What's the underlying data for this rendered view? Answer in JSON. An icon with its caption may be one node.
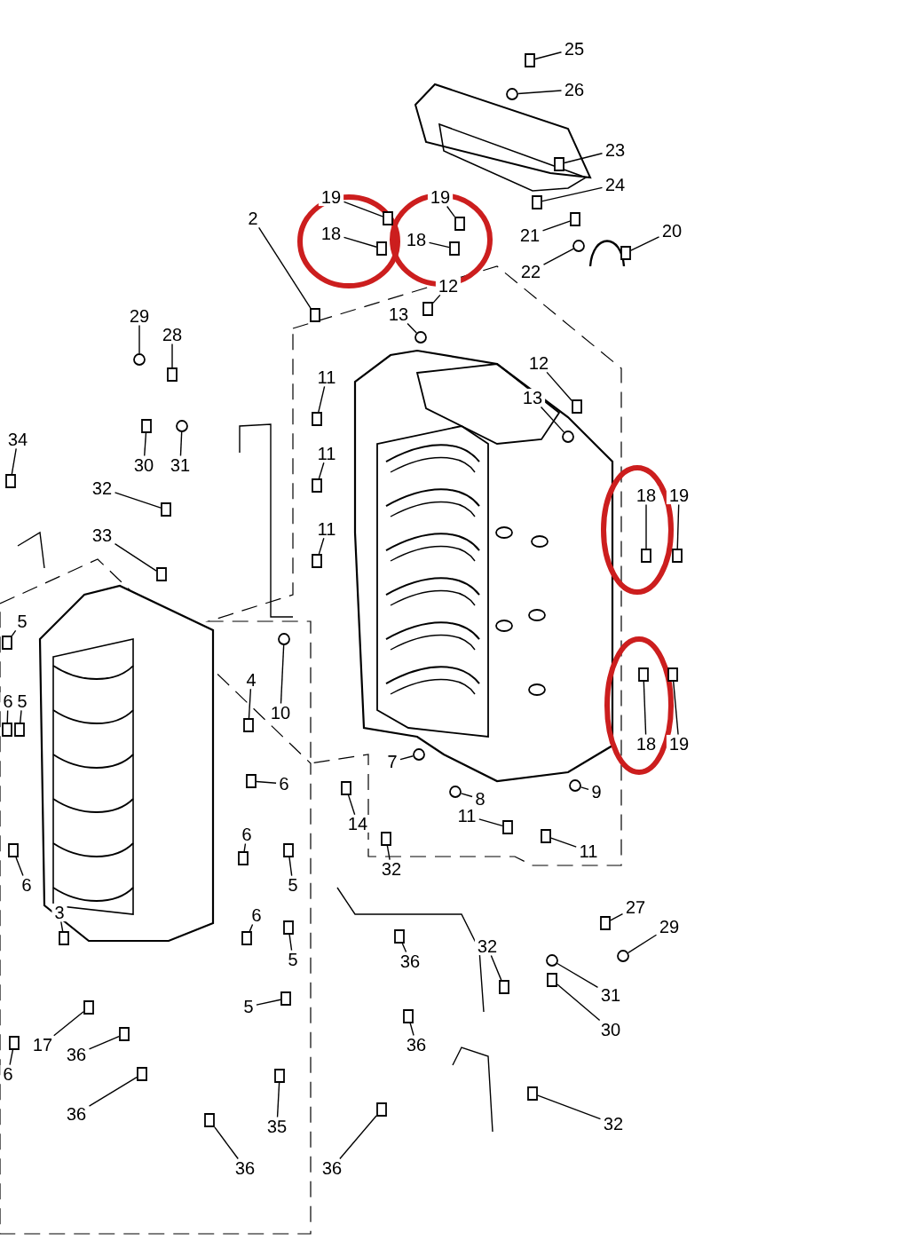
{
  "diagram": {
    "nodes": [
      {
        "text": [
          "25"
        ]
      },
      {
        "text": [
          "26"
        ]
      },
      {
        "text": [
          "23"
        ]
      },
      {
        "text": [
          "24"
        ]
      },
      {
        "text": [
          "2"
        ]
      },
      {
        "text": [
          "19"
        ]
      },
      {
        "text": [
          "18"
        ]
      },
      {
        "text": [
          "19"
        ]
      },
      {
        "text": [
          "18"
        ]
      },
      {
        "text": [
          "21"
        ]
      },
      {
        "text": [
          "20"
        ]
      },
      {
        "text": [
          "22"
        ]
      },
      {
        "text": [
          "12"
        ]
      },
      {
        "text": [
          "13"
        ]
      },
      {
        "text": [
          "29"
        ]
      },
      {
        "text": [
          "28"
        ]
      },
      {
        "text": [
          "11"
        ]
      },
      {
        "text": [
          "12"
        ]
      },
      {
        "text": [
          "13"
        ]
      },
      {
        "text": [
          "34"
        ]
      },
      {
        "text": [
          "30"
        ]
      },
      {
        "text": [
          "31"
        ]
      },
      {
        "text": [
          "11"
        ]
      },
      {
        "text": [
          "32"
        ]
      },
      {
        "text": [
          "18"
        ]
      },
      {
        "text": [
          "19"
        ]
      },
      {
        "text": [
          "33"
        ]
      },
      {
        "text": [
          "11"
        ]
      },
      {
        "text": [
          "5"
        ]
      },
      {
        "text": [
          "4"
        ]
      },
      {
        "text": [
          "10"
        ]
      },
      {
        "text": [
          "6"
        ]
      },
      {
        "text": [
          "5"
        ]
      },
      {
        "text": [
          "6"
        ]
      },
      {
        "text": [
          "7"
        ]
      },
      {
        "text": [
          "8"
        ]
      },
      {
        "text": [
          "9"
        ]
      },
      {
        "text": [
          "14"
        ]
      },
      {
        "text": [
          "11"
        ]
      },
      {
        "text": [
          "11"
        ]
      },
      {
        "text": [
          "18"
        ]
      },
      {
        "text": [
          "19"
        ]
      },
      {
        "text": [
          "6"
        ]
      },
      {
        "text": [
          "5"
        ]
      },
      {
        "text": [
          "32"
        ]
      },
      {
        "text": [
          "6"
        ]
      },
      {
        "text": [
          "3"
        ]
      },
      {
        "text": [
          "6"
        ]
      },
      {
        "text": [
          "5"
        ]
      },
      {
        "text": [
          "27"
        ]
      },
      {
        "text": [
          "29"
        ]
      },
      {
        "text": [
          "36"
        ]
      },
      {
        "text": [
          "32"
        ]
      },
      {
        "text": [
          "5"
        ]
      },
      {
        "text": [
          "31"
        ]
      },
      {
        "text": [
          "30"
        ]
      },
      {
        "text": [
          "17"
        ]
      },
      {
        "text": [
          "36"
        ]
      },
      {
        "text": [
          "36"
        ]
      },
      {
        "text": [
          "6"
        ]
      },
      {
        "text": [
          "36"
        ]
      },
      {
        "text": [
          "35"
        ]
      },
      {
        "text": [
          "32"
        ]
      },
      {
        "text": [
          "36"
        ]
      },
      {
        "text": [
          "36"
        ]
      },
      {
        "text": [],
        "shape": "box"
      },
      {
        "text": [],
        "shape": "circle"
      },
      {
        "text": [],
        "shape": "box"
      },
      {
        "text": [],
        "shape": "box"
      },
      {
        "text": [],
        "shape": "box"
      },
      {
        "text": [],
        "shape": "box"
      },
      {
        "text": [],
        "shape": "box"
      },
      {
        "text": [],
        "shape": "box"
      },
      {
        "text": [],
        "shape": "box"
      },
      {
        "text": [],
        "shape": "box"
      },
      {
        "text": [],
        "shape": "box"
      },
      {
        "text": [],
        "shape": "circle"
      },
      {
        "text": [],
        "shape": "box"
      },
      {
        "text": [],
        "shape": "circle"
      },
      {
        "text": [],
        "shape": "circle"
      },
      {
        "text": [],
        "shape": "box"
      },
      {
        "text": [],
        "shape": "box"
      },
      {
        "text": [],
        "shape": "box"
      },
      {
        "text": [],
        "shape": "circle"
      },
      {
        "text": [],
        "shape": "box"
      },
      {
        "text": [],
        "shape": "box"
      },
      {
        "text": [],
        "shape": "circle"
      },
      {
        "text": [],
        "shape": "box"
      },
      {
        "text": [],
        "shape": "box"
      },
      {
        "text": [],
        "shape": "box"
      },
      {
        "text": [],
        "shape": "box"
      },
      {
        "text": [],
        "shape": "box"
      },
      {
        "text": [],
        "shape": "box"
      },
      {
        "text": [],
        "shape": "box"
      },
      {
        "text": [],
        "shape": "box"
      },
      {
        "text": [],
        "shape": "circle"
      },
      {
        "text": [],
        "shape": "box"
      },
      {
        "text": [],
        "shape": "box"
      },
      {
        "text": [],
        "shape": "box"
      },
      {
        "text": [],
        "shape": "circle"
      },
      {
        "text": [],
        "shape": "circle"
      },
      {
        "text": [],
        "shape": "circle"
      },
      {
        "text": [],
        "shape": "box"
      },
      {
        "text": [],
        "shape": "box"
      },
      {
        "text": [],
        "shape": "box"
      },
      {
        "text": [],
        "shape": "box"
      },
      {
        "text": [],
        "shape": "box"
      },
      {
        "text": [],
        "shape": "box"
      },
      {
        "text": [],
        "shape": "box"
      },
      {
        "text": [],
        "shape": "box"
      },
      {
        "text": [],
        "shape": "box"
      },
      {
        "text": [],
        "shape": "box"
      },
      {
        "text": [],
        "shape": "box"
      },
      {
        "text": [],
        "shape": "box"
      },
      {
        "text": [],
        "shape": "box"
      },
      {
        "text": [],
        "shape": "circle"
      },
      {
        "text": [],
        "shape": "box"
      },
      {
        "text": [],
        "shape": "box"
      },
      {
        "text": [],
        "shape": "box"
      },
      {
        "text": [],
        "shape": "circle"
      },
      {
        "text": [],
        "shape": "box"
      },
      {
        "text": [],
        "shape": "box"
      },
      {
        "text": [],
        "shape": "box"
      },
      {
        "text": [],
        "shape": "box"
      },
      {
        "text": [],
        "shape": "box"
      },
      {
        "text": [],
        "shape": "box"
      },
      {
        "text": [],
        "shape": "box"
      },
      {
        "text": [],
        "shape": "box"
      },
      {
        "text": [],
        "shape": "box"
      },
      {
        "text": [],
        "shape": "box"
      }
    ],
    "edges": [
      {
        "from": 0,
        "to": 65,
        "arrow": "none"
      },
      {
        "from": 1,
        "to": 66,
        "arrow": "none"
      },
      {
        "from": 2,
        "to": 67,
        "arrow": "none"
      },
      {
        "from": 3,
        "to": 68,
        "arrow": "none"
      },
      {
        "from": 4,
        "to": 69,
        "arrow": "none"
      },
      {
        "from": 5,
        "to": 70,
        "arrow": "none"
      },
      {
        "from": 6,
        "to": 71,
        "arrow": "none"
      },
      {
        "from": 7,
        "to": 72,
        "arrow": "none"
      },
      {
        "from": 8,
        "to": 73,
        "arrow": "none"
      },
      {
        "from": 9,
        "to": 74,
        "arrow": "none"
      },
      {
        "from": 10,
        "to": 75,
        "arrow": "none"
      },
      {
        "from": 11,
        "to": 76,
        "arrow": "none"
      },
      {
        "from": 12,
        "to": 77,
        "arrow": "none"
      },
      {
        "from": 13,
        "to": 78,
        "arrow": "none"
      },
      {
        "from": 14,
        "to": 79,
        "arrow": "none"
      },
      {
        "from": 15,
        "to": 80,
        "arrow": "none"
      },
      {
        "from": 16,
        "to": 81,
        "arrow": "none"
      },
      {
        "from": 17,
        "to": 82,
        "arrow": "none"
      },
      {
        "from": 18,
        "to": 83,
        "arrow": "none"
      },
      {
        "from": 19,
        "to": 84,
        "arrow": "none"
      },
      {
        "from": 20,
        "to": 85,
        "arrow": "none"
      },
      {
        "from": 21,
        "to": 86,
        "arrow": "none"
      },
      {
        "from": 22,
        "to": 87,
        "arrow": "none"
      },
      {
        "from": 23,
        "to": 88,
        "arrow": "none"
      },
      {
        "from": 24,
        "to": 89,
        "arrow": "none"
      },
      {
        "from": 25,
        "to": 90,
        "arrow": "none"
      },
      {
        "from": 26,
        "to": 91,
        "arrow": "none"
      },
      {
        "from": 27,
        "to": 92,
        "arrow": "none"
      },
      {
        "from": 28,
        "to": 93,
        "arrow": "none"
      },
      {
        "from": 29,
        "to": 94,
        "arrow": "none"
      },
      {
        "from": 30,
        "to": 95,
        "arrow": "none"
      },
      {
        "from": 31,
        "to": 96,
        "arrow": "none"
      },
      {
        "from": 32,
        "to": 97,
        "arrow": "none"
      },
      {
        "from": 33,
        "to": 98,
        "arrow": "none"
      },
      {
        "from": 34,
        "to": 99,
        "arrow": "none"
      },
      {
        "from": 35,
        "to": 100,
        "arrow": "none"
      },
      {
        "from": 36,
        "to": 101,
        "arrow": "none"
      },
      {
        "from": 37,
        "to": 102,
        "arrow": "none"
      },
      {
        "from": 38,
        "to": 103,
        "arrow": "none"
      },
      {
        "from": 39,
        "to": 104,
        "arrow": "none"
      },
      {
        "from": 40,
        "to": 105,
        "arrow": "none"
      },
      {
        "from": 41,
        "to": 106,
        "arrow": "none"
      },
      {
        "from": 42,
        "to": 107,
        "arrow": "none"
      },
      {
        "from": 43,
        "to": 108,
        "arrow": "none"
      },
      {
        "from": 44,
        "to": 109,
        "arrow": "none"
      },
      {
        "from": 45,
        "to": 110,
        "arrow": "none"
      },
      {
        "from": 46,
        "to": 111,
        "arrow": "none"
      },
      {
        "from": 47,
        "to": 112,
        "arrow": "none"
      },
      {
        "from": 48,
        "to": 113,
        "arrow": "none"
      },
      {
        "from": 49,
        "to": 114,
        "arrow": "none"
      },
      {
        "from": 50,
        "to": 115,
        "arrow": "none"
      },
      {
        "from": 51,
        "to": 116,
        "arrow": "none"
      },
      {
        "from": 52,
        "to": 117,
        "arrow": "none"
      },
      {
        "from": 53,
        "to": 118,
        "arrow": "none"
      },
      {
        "from": 54,
        "to": 119,
        "arrow": "none"
      },
      {
        "from": 55,
        "to": 120,
        "arrow": "none"
      },
      {
        "from": 56,
        "to": 121,
        "arrow": "none"
      },
      {
        "from": 57,
        "to": 122,
        "arrow": "none"
      },
      {
        "from": 58,
        "to": 123,
        "arrow": "none"
      },
      {
        "from": 59,
        "to": 124,
        "arrow": "none"
      },
      {
        "from": 60,
        "to": 125,
        "arrow": "none"
      },
      {
        "from": 61,
        "to": 126,
        "arrow": "none"
      },
      {
        "from": 62,
        "to": 127,
        "arrow": "none"
      },
      {
        "from": 63,
        "to": 128,
        "arrow": "none"
      },
      {
        "from": 64,
        "to": 129,
        "arrow": "none"
      }
    ]
  }
}
